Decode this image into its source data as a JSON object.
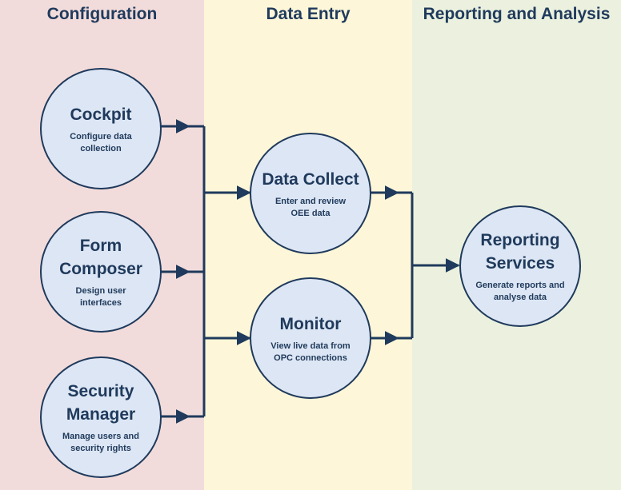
{
  "lanes": {
    "configuration": "Configuration",
    "data_entry": "Data Entry",
    "reporting": "Reporting and Analysis"
  },
  "nodes": {
    "cockpit": {
      "title": "Cockpit",
      "desc": "Configure data\ncollection"
    },
    "form_composer": {
      "title": "Form\nComposer",
      "desc": "Design user\ninterfaces"
    },
    "security_manager": {
      "title": "Security\nManager",
      "desc": "Manage users and\nsecurity rights"
    },
    "data_collect": {
      "title": "Data Collect",
      "desc": "Enter and review\nOEE data"
    },
    "monitor": {
      "title": "Monitor",
      "desc": "View live data from\nOPC connections"
    },
    "reporting_services": {
      "title": "Reporting\nServices",
      "desc": "Generate reports and\nanalyse data"
    }
  },
  "colors": {
    "configuration_lane": "#f2dcdb",
    "data_entry_lane": "#fdf6d8",
    "reporting_lane": "#ebf1de",
    "node_fill": "#dde6f4",
    "line": "#1f3a5c"
  }
}
